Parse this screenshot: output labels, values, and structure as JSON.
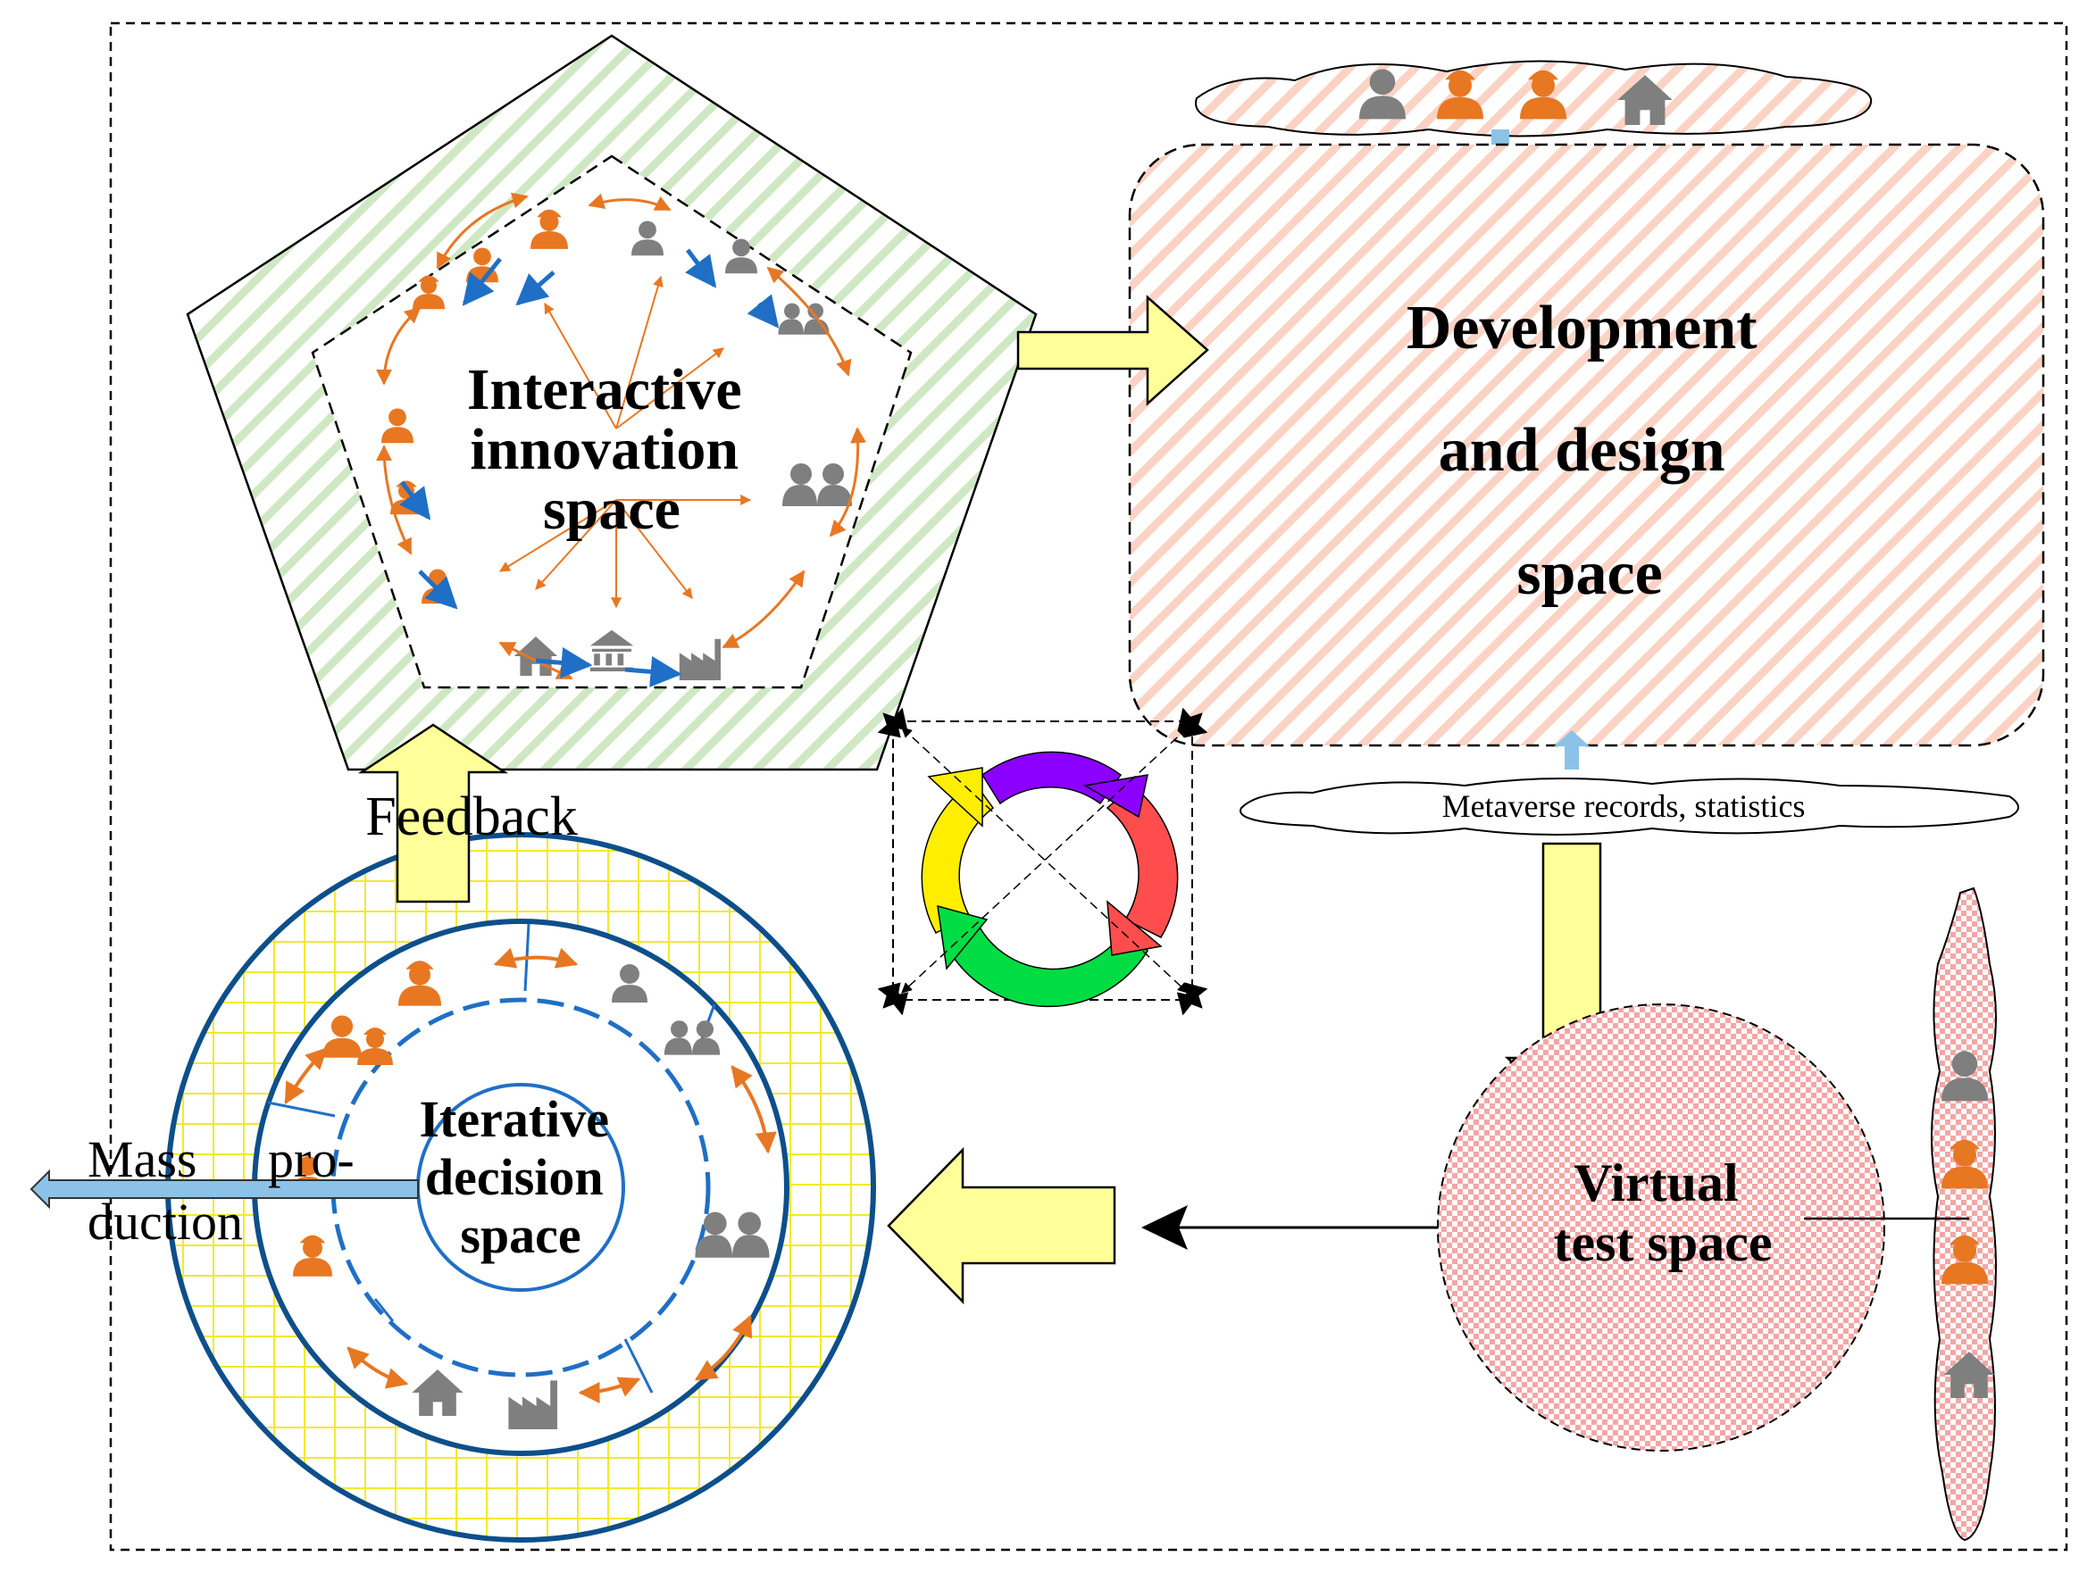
{
  "labels": {
    "innovation": [
      "Interactive",
      "innovation",
      "space"
    ],
    "development": [
      "Development",
      "and design",
      "space"
    ],
    "iterative": [
      "Iterative",
      "decision",
      "space"
    ],
    "virtual": [
      "Virtual",
      "test space"
    ],
    "feedback": "Feedback",
    "metaverse": "Metaverse records, statistics",
    "mass_production": [
      "Mass",
      "pro-",
      "duction"
    ]
  },
  "colors": {
    "stakeholder_orange": "#e87722",
    "stakeholder_gray": "#7f7f7f",
    "exchange_blue": "#1f6fc6",
    "yellow_arrow": "#ffff99",
    "ring_navy": "#0d4f8b",
    "cycle": [
      "#8b00ff",
      "#ff4d4d",
      "#00dd44",
      "#ffee00"
    ]
  },
  "icons": [
    "person-icon",
    "engineer-icon",
    "worker-icon",
    "house-icon",
    "factory-icon",
    "bank-icon",
    "group-icon"
  ]
}
